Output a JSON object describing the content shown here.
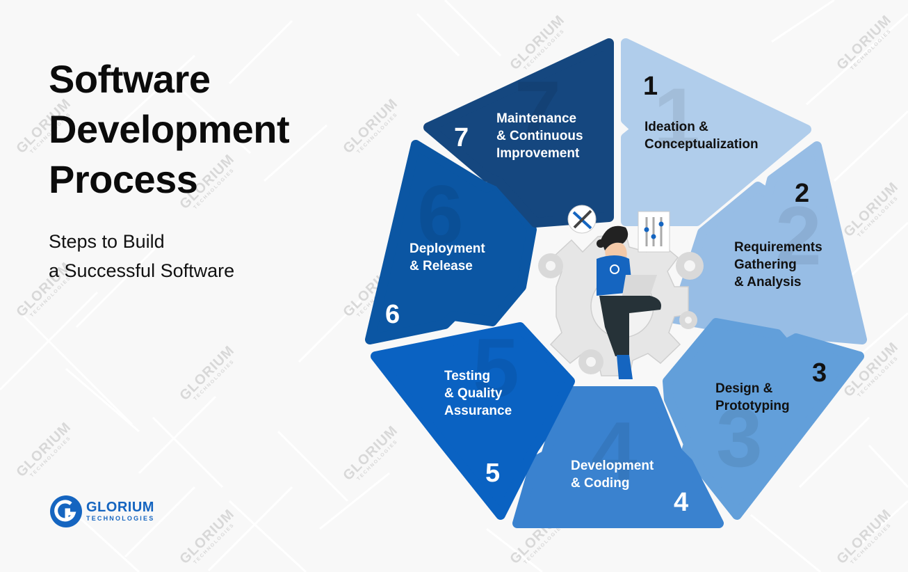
{
  "title": {
    "lines": [
      "Software",
      "Development",
      "Process"
    ]
  },
  "subtitle": {
    "lines": [
      "Steps to Build",
      "a Successful Software"
    ]
  },
  "logo": {
    "name": "GLORIUM",
    "sub": "TECHNOLOGIES",
    "color": "#1565c0"
  },
  "watermark": {
    "name": "GLORIUM",
    "sub": "TECHNOLOGIES"
  },
  "steps": [
    {
      "number": "1",
      "lines": [
        "Ideation &",
        "Conceptualization"
      ],
      "color": "#b0cdeb",
      "text_color": "dark"
    },
    {
      "number": "2",
      "lines": [
        "Requirements",
        "Gathering",
        "& Analysis"
      ],
      "color": "#97bde5",
      "text_color": "dark"
    },
    {
      "number": "3",
      "lines": [
        "Design &",
        "Prototyping"
      ],
      "color": "#629fda",
      "text_color": "dark"
    },
    {
      "number": "4",
      "lines": [
        "Development",
        "& Coding"
      ],
      "color": "#3a82cf",
      "text_color": "light"
    },
    {
      "number": "5",
      "lines": [
        "Testing",
        "& Quality",
        "Assurance"
      ],
      "color": "#0a62c2",
      "text_color": "light"
    },
    {
      "number": "6",
      "lines": [
        "Deployment",
        "& Release"
      ],
      "color": "#0b56a3",
      "text_color": "light"
    },
    {
      "number": "7",
      "lines": [
        "Maintenance",
        "& Continuous",
        "Improvement"
      ],
      "color": "#15477f",
      "text_color": "light"
    }
  ],
  "center_illustration": {
    "description": "woman with laptop sitting on gear",
    "icons": [
      "wrench-screwdriver-icon",
      "sliders-icon",
      "gear-icon"
    ]
  }
}
